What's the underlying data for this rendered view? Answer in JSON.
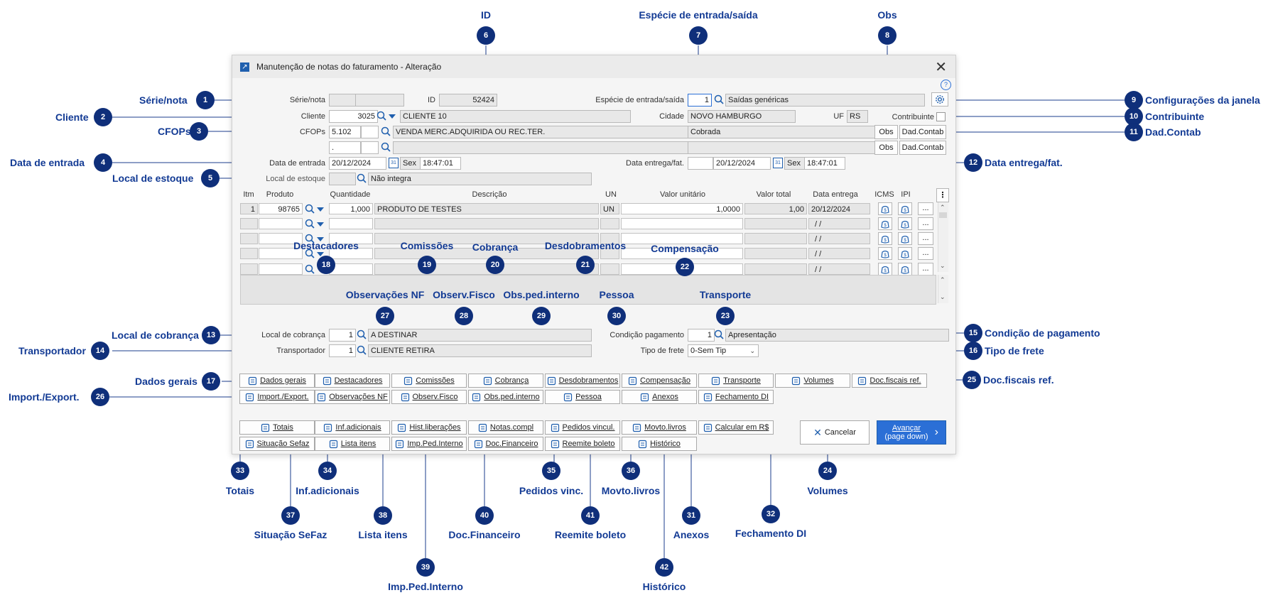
{
  "window": {
    "title": "Manutenção de notas do faturamento - Alteração",
    "help_glyph": "?",
    "close_glyph": "✕"
  },
  "header": {
    "serie_label": "Série/nota",
    "id_label": "ID",
    "id_value": "52424",
    "especie_label": "Espécie de entrada/saída",
    "especie_code": "1",
    "especie_desc": "Saídas genéricas",
    "cliente_label": "Cliente",
    "cliente_code": "3025",
    "cliente_name": "CLIENTE 10",
    "cidade_label": "Cidade",
    "cidade_value": "NOVO HAMBURGO",
    "uf_label": "UF",
    "uf_value": "RS",
    "contribuinte_label": "Contribuinte",
    "cfops_label": "CFOPs",
    "cfop1_code": "5.102",
    "cfop1_desc": "VENDA MERC.ADQUIRIDA OU REC.TER.",
    "cfop1_tipo": "Cobrada",
    "cfop2_code": ".",
    "obs_label": "Obs",
    "dadcontab_label": "Dad.Contab",
    "data_entrada_label": "Data de entrada",
    "data_entrada": "20/12/2024",
    "dia_semana": "Sex",
    "hora": "18:47:01",
    "data_entrega_label": "Data entrega/fat.",
    "data_entrega": "20/12/2024",
    "dia_semana2": "Sex",
    "hora2": "18:47:01",
    "local_estoque_label": "Local de estoque",
    "local_estoque_value": "Não integra"
  },
  "grid": {
    "columns": [
      "Itm",
      "Produto",
      "Quantidade",
      "Descrição",
      "UN",
      "Valor unitário",
      "Valor total",
      "Data entrega",
      "ICMS",
      "IPI"
    ],
    "row1": {
      "itm": "1",
      "produto": "98765",
      "quantidade": "1,000",
      "descricao": "PRODUTO DE TESTES",
      "un": "UN",
      "valor_unitario": "1,0000",
      "valor_total": "1,00",
      "data_entrega": "20/12/2024"
    },
    "empty_date": "/ /",
    "dots": "...",
    "menu_glyph": "⋮"
  },
  "footer": {
    "local_cobranca_label": "Local de cobrança",
    "local_cobranca_code": "1",
    "local_cobranca_desc": "A DESTINAR",
    "transportador_label": "Transportador",
    "transportador_code": "1",
    "transportador_desc": "CLIENTE RETIRA",
    "condicao_label": "Condição pagamento",
    "condicao_code": "1",
    "condicao_desc": "Apresentação",
    "tipo_frete_label": "Tipo de frete",
    "tipo_frete_value": "0-Sem Tip"
  },
  "tabs_row1": [
    "Dados gerais",
    "Destacadores",
    "Comissões",
    "Cobrança",
    "Desdobramentos",
    "Compensação",
    "Transporte",
    "Volumes",
    "Doc.fiscais ref."
  ],
  "tabs_row2": [
    "Import./Export.",
    "Observações NF",
    "Observ.Fisco",
    "Obs.ped.interno",
    "Pessoa",
    "Anexos",
    "Fechamento DI"
  ],
  "tabs_row3": [
    "Totais",
    "Inf.adicionais",
    "Hist.liberações",
    "Notas.compl",
    "Pedidos vincul.",
    "Movto.livros",
    "Calcular em R$"
  ],
  "tabs_row4": [
    "Situação Sefaz",
    "Lista itens",
    "Imp.Ped.Interno",
    "Doc.Financeiro",
    "Reemite boleto",
    "Histórico"
  ],
  "buttons": {
    "cancelar": "Cancelar",
    "avancar_line1": "Avançar",
    "avancar_line2": "(page down)"
  },
  "annotations": [
    {
      "n": "1",
      "label": "Série/nota"
    },
    {
      "n": "2",
      "label": "Cliente"
    },
    {
      "n": "3",
      "label": "CFOPs"
    },
    {
      "n": "4",
      "label": "Data de entrada"
    },
    {
      "n": "5",
      "label": "Local de estoque"
    },
    {
      "n": "6",
      "label": "ID"
    },
    {
      "n": "7",
      "label": "Espécie de entrada/saída"
    },
    {
      "n": "8",
      "label": "Obs"
    },
    {
      "n": "9",
      "label": "Configurações da janela"
    },
    {
      "n": "10",
      "label": "Contribuinte"
    },
    {
      "n": "11",
      "label": "Dad.Contab"
    },
    {
      "n": "12",
      "label": "Data entrega/fat."
    },
    {
      "n": "13",
      "label": "Local de cobrança"
    },
    {
      "n": "14",
      "label": "Transportador"
    },
    {
      "n": "15",
      "label": "Condição de pagamento"
    },
    {
      "n": "16",
      "label": "Tipo de frete"
    },
    {
      "n": "17",
      "label": "Dados gerais"
    },
    {
      "n": "18",
      "label": "Destacadores"
    },
    {
      "n": "19",
      "label": "Comissões"
    },
    {
      "n": "20",
      "label": "Cobrança"
    },
    {
      "n": "21",
      "label": "Desdobramentos"
    },
    {
      "n": "22",
      "label": "Compensação"
    },
    {
      "n": "23",
      "label": "Transporte"
    },
    {
      "n": "24",
      "label": "Volumes"
    },
    {
      "n": "25",
      "label": "Doc.fiscais ref."
    },
    {
      "n": "26",
      "label": "Import./Export."
    },
    {
      "n": "27",
      "label": "Observações NF"
    },
    {
      "n": "28",
      "label": "Observ.Fisco"
    },
    {
      "n": "29",
      "label": "Obs.ped.interno"
    },
    {
      "n": "30",
      "label": "Pessoa"
    },
    {
      "n": "31",
      "label": "Anexos"
    },
    {
      "n": "32",
      "label": "Fechamento DI"
    },
    {
      "n": "33",
      "label": "Totais"
    },
    {
      "n": "34",
      "label": "Inf.adicionais"
    },
    {
      "n": "35",
      "label": "Pedidos vinc."
    },
    {
      "n": "36",
      "label": "Movto.livros"
    },
    {
      "n": "37",
      "label": "Situação SeFaz"
    },
    {
      "n": "38",
      "label": "Lista itens"
    },
    {
      "n": "39",
      "label": "Imp.Ped.Interno"
    },
    {
      "n": "40",
      "label": "Doc.Financeiro"
    },
    {
      "n": "41",
      "label": "Reemite boleto"
    },
    {
      "n": "42",
      "label": "Histórico"
    }
  ]
}
